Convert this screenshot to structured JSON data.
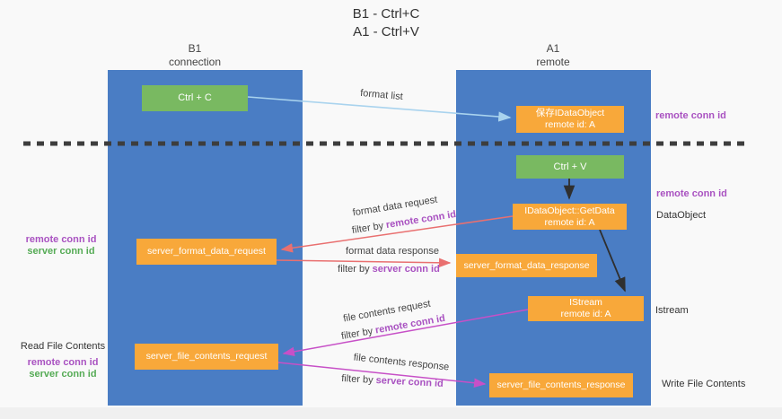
{
  "title": {
    "line1": "B1 - Ctrl+C",
    "line2": "A1 - Ctrl+V"
  },
  "lanes": {
    "left": {
      "title": "B1",
      "subtitle": "connection"
    },
    "right": {
      "title": "A1",
      "subtitle": "remote"
    }
  },
  "nodes": {
    "ctrl_c": {
      "label": "Ctrl + C"
    },
    "save_idataobject": {
      "line1": "保存IDataObject",
      "line2": "remote id: A"
    },
    "ctrl_v": {
      "label": "Ctrl + V"
    },
    "getdata": {
      "line1": "IDataObject::GetData",
      "line2": "remote id: A"
    },
    "format_request": {
      "label": "server_format_data_request"
    },
    "format_response": {
      "label": "server_format_data_response"
    },
    "istream": {
      "line1": "IStream",
      "line2": "remote id: A"
    },
    "file_request": {
      "label": "server_file_contents_request"
    },
    "file_response": {
      "label": "server_file_contents_response"
    }
  },
  "edge_labels": {
    "format_list": "format list",
    "format_data_request": "format data request",
    "format_data_request_filter": {
      "prefix": "filter by",
      "key": "remote conn id"
    },
    "format_data_response": "format data response",
    "format_data_response_filter": {
      "prefix": "filter by",
      "key": "server conn id"
    },
    "file_contents_request": "file contents request",
    "file_contents_request_filter": {
      "prefix": "filter by",
      "key": "remote conn id"
    },
    "file_contents_response": "file contents response",
    "file_contents_response_filter": {
      "prefix": "filter by",
      "key": "server conn id"
    }
  },
  "annotations": {
    "top_right_remote_conn_id": "remote conn id",
    "right_remote_conn_id": "remote conn id",
    "right_dataobject": "DataObject",
    "right_istream": "Istream",
    "right_write_file_contents": "Write File Contents",
    "left_remote_conn_id": "remote conn id",
    "left_server_conn_id": "server conn id",
    "left_read_file_contents": "Read File Contents",
    "left_read_remote_conn_id": "remote conn id",
    "left_read_server_conn_id": "server conn id"
  },
  "colors": {
    "lane_blue": "#4a7dc4",
    "box_green": "#79b961",
    "box_orange": "#f8a83a",
    "arrow_lightblue": "#a9d3ee",
    "arrow_red": "#e97070",
    "arrow_magenta": "#c750c7",
    "arrow_black": "#2f2f2f",
    "divider_black": "#3d3d3d",
    "text_purple": "#a952c1",
    "text_green": "#55ab55"
  }
}
